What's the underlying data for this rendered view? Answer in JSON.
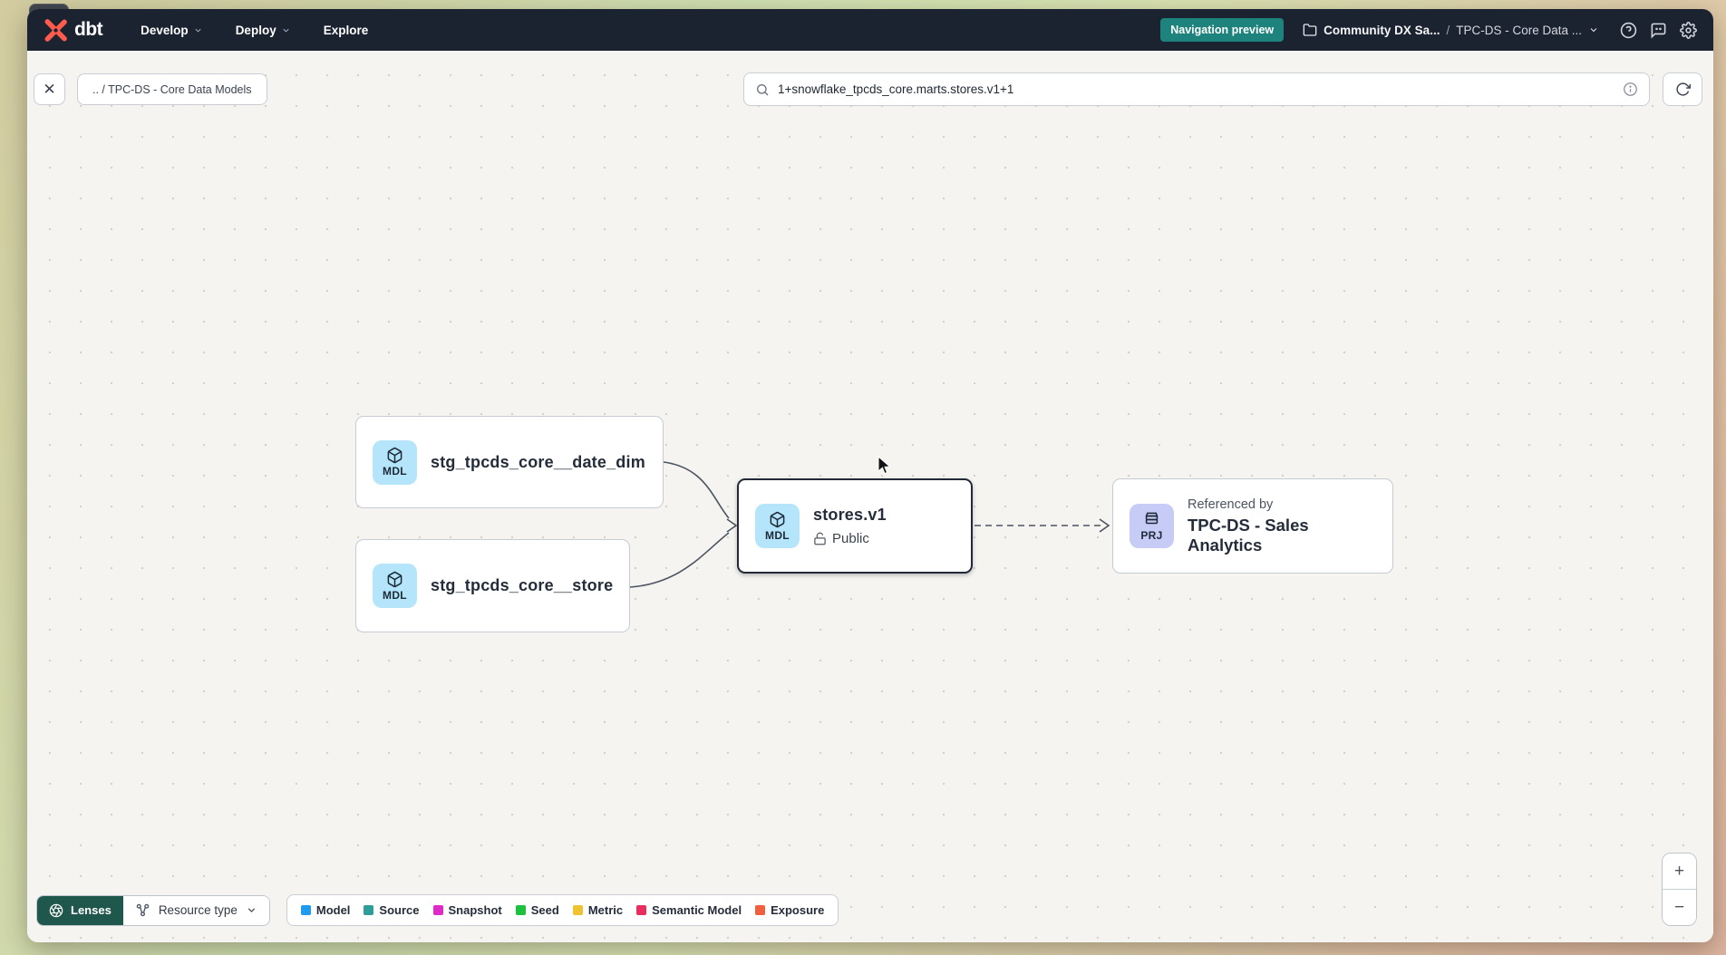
{
  "navbar": {
    "logo_text": "dbt",
    "menu_develop": "Develop",
    "menu_deploy": "Deploy",
    "menu_explore": "Explore",
    "preview_badge": "Navigation preview",
    "account_name": "Community DX Sa...",
    "breadcrumb_separator": "/",
    "project_name": "TPC-DS - Core Data ..."
  },
  "toolbar": {
    "close_glyph": "✕",
    "breadcrumb_chip": ".. / TPC-DS - Core Data Models",
    "search_value": "1+snowflake_tpcds_core.marts.stores.v1+1"
  },
  "graph": {
    "nodes": {
      "date_dim": {
        "badge": "MDL",
        "label": "stg_tpcds_core__date_dim"
      },
      "store": {
        "badge": "MDL",
        "label": "stg_tpcds_core__store"
      },
      "stores_v1": {
        "badge": "MDL",
        "label": "stores.v1",
        "access": "Public"
      },
      "sales_analytics": {
        "badge": "PRJ",
        "title": "Referenced by",
        "label": "TPC-DS - Sales Analytics"
      }
    }
  },
  "footer": {
    "lenses_label": "Lenses",
    "resource_type_label": "Resource type",
    "legend": [
      {
        "label": "Model",
        "color": "#1e9bef"
      },
      {
        "label": "Source",
        "color": "#2f9e9b"
      },
      {
        "label": "Snapshot",
        "color": "#df2ac8"
      },
      {
        "label": "Seed",
        "color": "#1cc13c"
      },
      {
        "label": "Metric",
        "color": "#efc232"
      },
      {
        "label": "Semantic Model",
        "color": "#e92e5e"
      },
      {
        "label": "Exposure",
        "color": "#f0603d"
      }
    ]
  },
  "zoom_controls": {
    "zoom_in": "+",
    "zoom_out": "−"
  },
  "colors": {
    "navbar_bg": "#1b2230",
    "preview_badge_bg": "#1d837c",
    "lenses_btn_bg": "#20574d",
    "model_badge_bg": "#b5e5fa",
    "project_badge_bg": "#c6ccf6",
    "selected_node_border": "#222a38",
    "canvas_bg": "#f5f4f1"
  }
}
